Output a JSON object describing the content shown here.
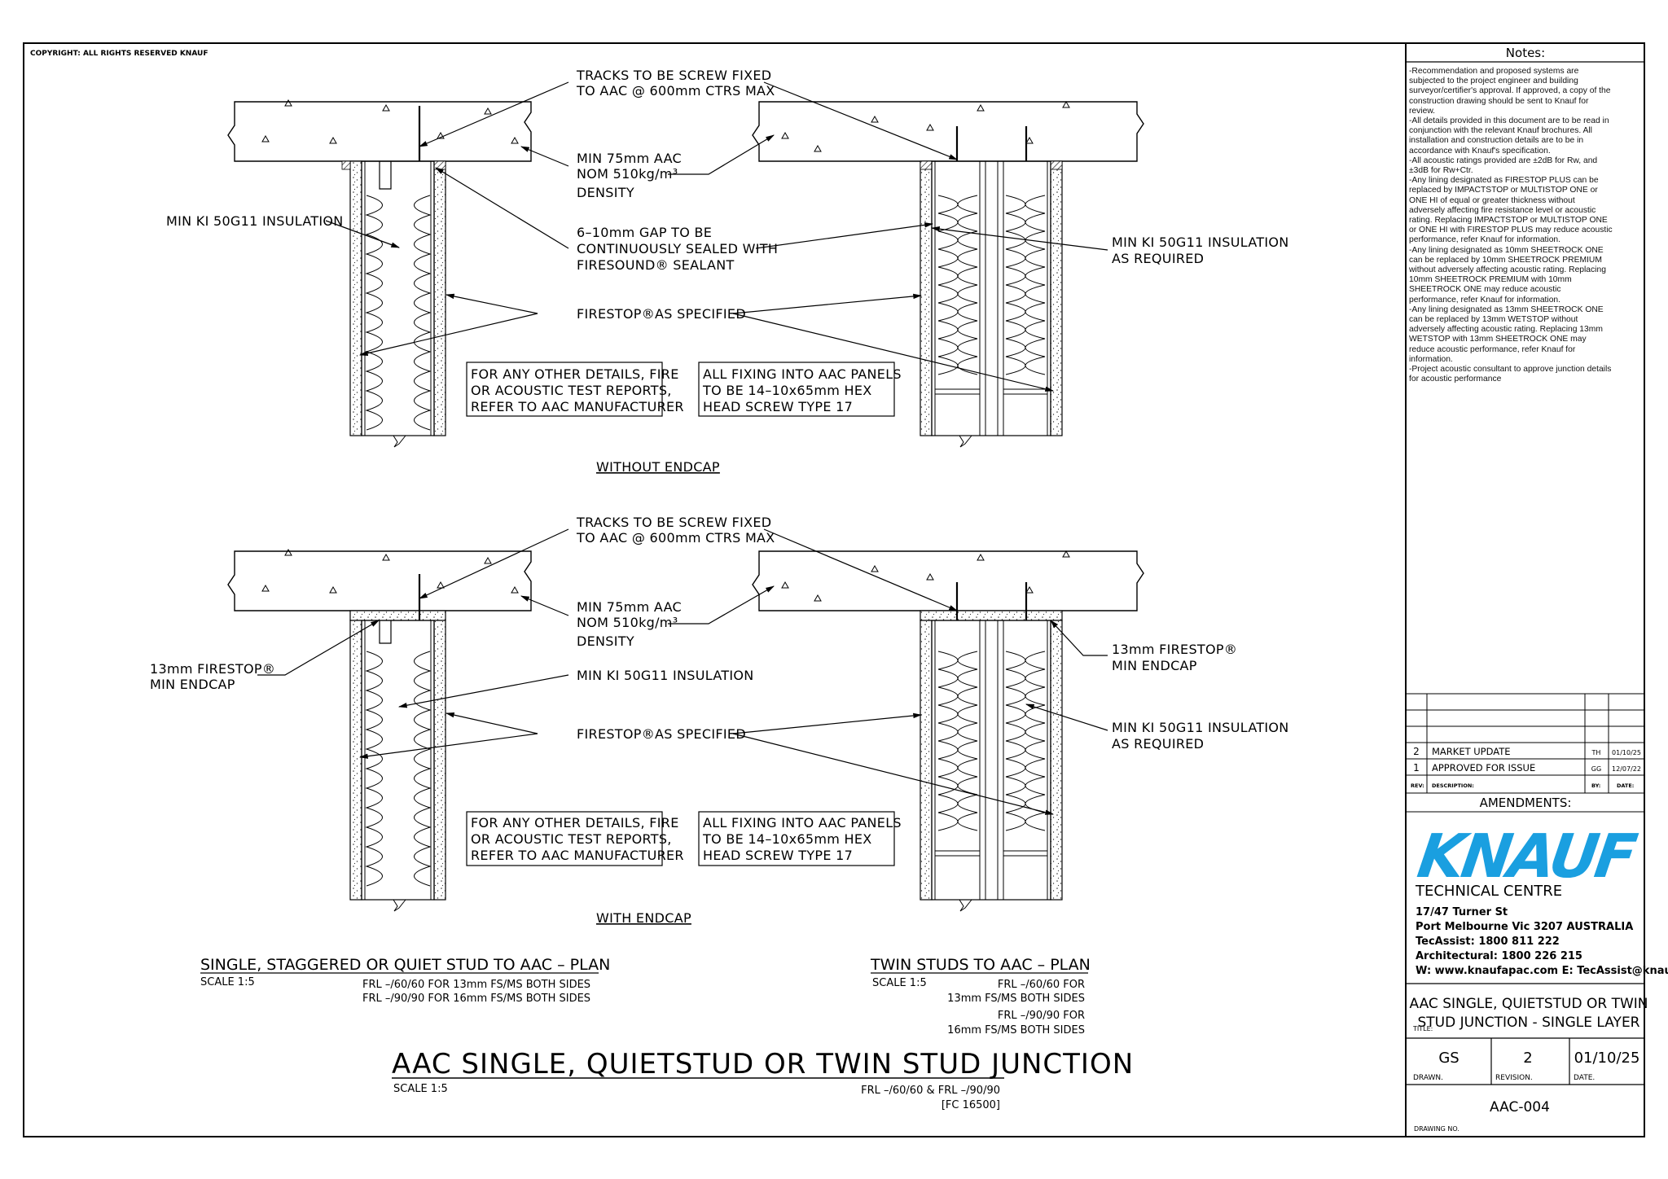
{
  "copyright": "COPYRIGHT: ALL RIGHTS RESERVED KNAUF",
  "labels": {
    "tracks_1": "TRACKS TO BE SCREW FIXED",
    "tracks_2": "TO AAC @ 600mm CTRS MAX",
    "aac_1": "MIN 75mm AAC",
    "aac_2": "NOM 510kg/m³",
    "aac_3": "DENSITY",
    "insulation": "MIN KI 50G11 INSULATION",
    "gap_1": "6–10mm GAP TO BE",
    "gap_2": "CONTINUOUSLY SEALED WITH",
    "gap_3": "FIRESOUND® SEALANT",
    "firestop_spec": "FIRESTOP®AS SPECIFIED",
    "insul_req_1": "MIN KI 50G11 INSULATION",
    "insul_req_2": "AS REQUIRED",
    "endcap_1": "13mm FIRESTOP®",
    "endcap_2": "MIN ENDCAP",
    "note_box_a": [
      "FOR ANY OTHER DETAILS, FIRE",
      "OR ACOUSTIC TEST REPORTS,",
      "REFER TO AAC MANUFACTURER"
    ],
    "note_box_b": [
      "ALL FIXING INTO AAC PANELS",
      "TO BE 14–10x65mm HEX",
      "HEAD SCREW TYPE 17"
    ],
    "without_endcap": "WITHOUT ENDCAP",
    "with_endcap": "WITH ENDCAP"
  },
  "plans": {
    "single_title": "SINGLE, STAGGERED OR QUIET STUD TO AAC – PLAN",
    "single_scale": "SCALE 1:5",
    "single_frl_1": "FRL –/60/60 FOR 13mm FS/MS BOTH SIDES",
    "single_frl_2": "FRL –/90/90 FOR 16mm FS/MS BOTH SIDES",
    "twin_title": "TWIN STUDS TO AAC – PLAN",
    "twin_scale": "SCALE 1:5",
    "twin_frl_1": "FRL –/60/60 FOR",
    "twin_frl_2": "13mm FS/MS BOTH SIDES",
    "twin_frl_3": "FRL –/90/90 FOR",
    "twin_frl_4": "16mm FS/MS BOTH SIDES"
  },
  "main_title": "AAC SINGLE, QUIETSTUD OR TWIN STUD JUNCTION",
  "main_scale": "SCALE 1:5",
  "main_frl": "FRL –/60/60 & FRL –/90/90",
  "main_fc": "[FC 16500]",
  "notes": {
    "heading": "Notes:",
    "items": [
      "-Recommendation and proposed systems are subjected to the project engineer and building surveyor/certifier's approval. If approved, a copy of the construction drawing should be sent to Knauf for review.",
      "-All details provided in this document are to be read in conjunction with the relevant Knauf brochures. All installation and construction details are to be in accordance with Knauf's specification.",
      "-All acoustic ratings provided are ±2dB for Rw, and ±3dB for Rw+Ctr.",
      "-Any lining designated as FIRESTOP PLUS can be replaced by IMPACTSTOP or MULTISTOP ONE or ONE HI of equal or greater thickness without adversely affecting fire resistance level or acoustic rating. Replacing IMPACTSTOP or MULTISTOP ONE or ONE HI with FIRESTOP PLUS may reduce acoustic performance, refer Knauf for information.",
      "-Any lining designated as 10mm SHEETROCK ONE can be replaced by 10mm SHEETROCK PREMIUM without adversely affecting acoustic rating. Replacing 10mm SHEETROCK PREMIUM with 10mm SHEETROCK ONE may reduce acoustic performance, refer Knauf for information.",
      "-Any lining designated as 13mm SHEETROCK ONE can be replaced by 13mm WETSTOP without adversely affecting acoustic rating. Replacing 13mm WETSTOP with 13mm SHEETROCK ONE may reduce acoustic performance, refer Knauf for information.",
      "-Project acoustic consultant to approve junction details for acoustic performance"
    ]
  },
  "amendments": {
    "rows": [
      {
        "rev": "2",
        "desc": "MARKET UPDATE",
        "by": "TH",
        "date": "01/10/25"
      },
      {
        "rev": "1",
        "desc": "APPROVED FOR ISSUE",
        "by": "GG",
        "date": "12/07/22"
      }
    ],
    "col_rev": "REV:",
    "col_desc": "DESCRIPTION:",
    "col_by": "BY:",
    "col_date": "DATE:",
    "heading": "AMENDMENTS:"
  },
  "company": {
    "logo": "KNAUF",
    "dept": "TECHNICAL CENTRE",
    "addr1": "17/47 Turner St",
    "addr2": "Port Melbourne  Vic 3207 AUSTRALIA",
    "tecassist": "TecAssist: 1800 811 222",
    "architectural": "Architectural: 1800 226 215",
    "web": "W: www.knaufapac.com  E: TecAssist@knauf.com",
    "brand_color": "#1a9fe0"
  },
  "titleblock": {
    "title_1": "AAC SINGLE, QUIETSTUD OR TWIN",
    "title_2": "STUD JUNCTION - SINGLE LAYER",
    "title_label": "TITLE:",
    "drawn": "GS",
    "drawn_label": "DRAWN.",
    "revision": "2",
    "revision_label": "REVISION.",
    "date": "01/10/25",
    "date_label": "DATE.",
    "drawing_no": "AAC-004",
    "drawing_no_label": "DRAWING NO."
  }
}
